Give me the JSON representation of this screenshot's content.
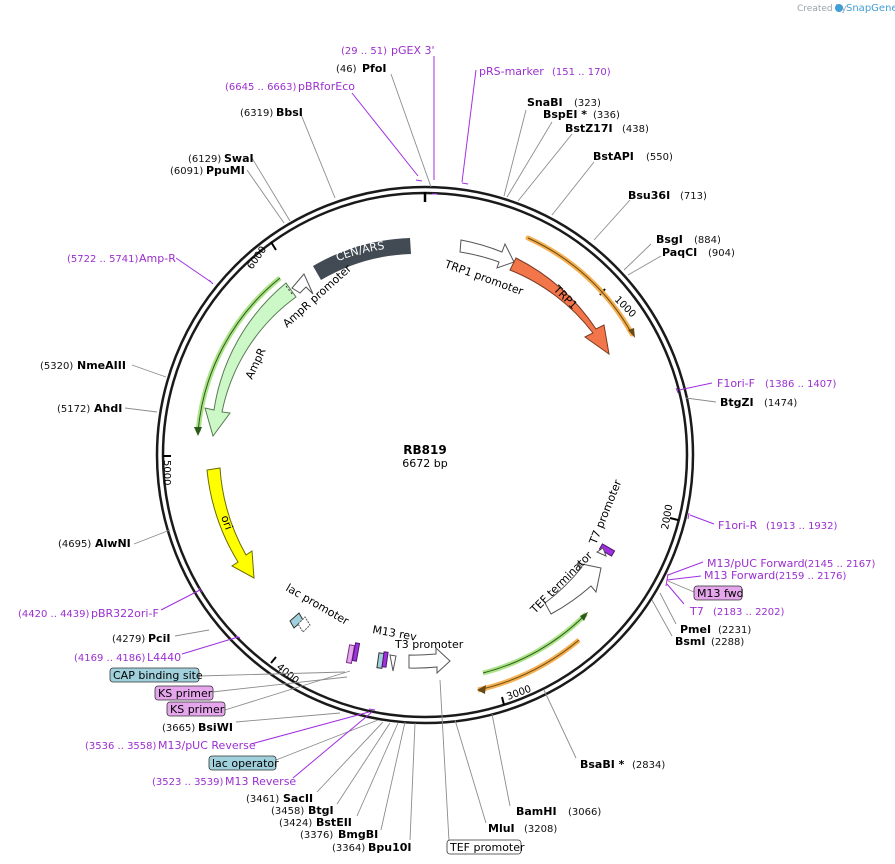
{
  "credit": {
    "prefix": "Created by",
    "brand": "SnapGene"
  },
  "plasmid": {
    "name": "RB819",
    "size": "6672 bp"
  },
  "ticks": [
    "1000",
    "2000",
    "3000",
    "4000",
    "5000",
    "6000"
  ],
  "features": {
    "cen_ars": "CEN/ARS",
    "trp1": "TRP1",
    "trp1_promoter": "TRP1 promoter",
    "ampr": "AmpR",
    "ampr_promoter": "AmpR promoter",
    "ori": "ori",
    "lac_promoter": "lac promoter",
    "m13_rev": "M13 rev",
    "t3_promoter": "T3 promoter",
    "t7_promoter": "T7 promoter",
    "tef_terminator": "TEF terminator"
  },
  "enzymes": [
    {
      "name": "PfoI",
      "pos": "(46)"
    },
    {
      "name": "SnaBI",
      "pos": "(323)"
    },
    {
      "name": "BspEI *",
      "pos": "(336)"
    },
    {
      "name": "BstZ17I",
      "pos": "(438)"
    },
    {
      "name": "BstAPI",
      "pos": "(550)"
    },
    {
      "name": "Bsu36I",
      "pos": "(713)"
    },
    {
      "name": "BsgI",
      "pos": "(884)"
    },
    {
      "name": "PaqCI",
      "pos": "(904)"
    },
    {
      "name": "BtgZI",
      "pos": "(1474)"
    },
    {
      "name": "PmeI",
      "pos": "(2231)"
    },
    {
      "name": "BsmI",
      "pos": "(2288)"
    },
    {
      "name": "BsaBI *",
      "pos": "(2834)"
    },
    {
      "name": "BamHI",
      "pos": "(3066)"
    },
    {
      "name": "MluI",
      "pos": "(3208)"
    },
    {
      "name": "Bpu10I",
      "pos": "(3364)"
    },
    {
      "name": "BmgBI",
      "pos": "(3376)"
    },
    {
      "name": "BstEII",
      "pos": "(3424)"
    },
    {
      "name": "BtgI",
      "pos": "(3458)"
    },
    {
      "name": "SacII",
      "pos": "(3461)"
    },
    {
      "name": "BsiWI",
      "pos": "(3665)"
    },
    {
      "name": "PciI",
      "pos": "(4279)"
    },
    {
      "name": "AlwNI",
      "pos": "(4695)"
    },
    {
      "name": "AhdI",
      "pos": "(5172)"
    },
    {
      "name": "NmeAIII",
      "pos": "(5320)"
    },
    {
      "name": "PpuMI",
      "pos": "(6091)"
    },
    {
      "name": "SwaI",
      "pos": "(6129)"
    },
    {
      "name": "BbsI",
      "pos": "(6319)"
    }
  ],
  "primers": [
    {
      "name": "pGEX 3'",
      "range": "(29 .. 51)"
    },
    {
      "name": "pRS-marker",
      "range": "(151 .. 170)"
    },
    {
      "name": "pBRforEco",
      "range": "(6645 .. 6663)"
    },
    {
      "name": "Amp-R",
      "range": "(5722 .. 5741)"
    },
    {
      "name": "F1ori-F",
      "range": "(1386 .. 1407)"
    },
    {
      "name": "F1ori-R",
      "range": "(1913 .. 1932)"
    },
    {
      "name": "M13/pUC Forward",
      "range": "(2145 .. 2167)"
    },
    {
      "name": "M13 Forward",
      "range": "(2159 .. 2176)"
    },
    {
      "name": "T7",
      "range": "(2183 .. 2202)"
    },
    {
      "name": "pBR322ori-F",
      "range": "(4420 .. 4439)"
    },
    {
      "name": "L4440",
      "range": "(4169 .. 4186)"
    },
    {
      "name": "M13/pUC Reverse",
      "range": "(3536 .. 3558)"
    },
    {
      "name": "M13 Reverse",
      "range": "(3523 .. 3539)"
    }
  ],
  "boxed": {
    "m13_fwd": "M13 fwd",
    "cap_binding_site": "CAP binding site",
    "ks_primer_1": "KS primer",
    "ks_primer_2": "KS primer",
    "lac_operator": "lac operator",
    "tef_promoter": "TEF promoter"
  },
  "colors": {
    "backbone": "#1a1a1a",
    "cen_ars": "#424a53",
    "trp1": "#f2764a",
    "ampr": "#ccf7c6",
    "ori": "#ffff00",
    "primer": "#a12fe0",
    "orange_strand": "#f3a63d",
    "green_strand": "#3fa82d",
    "boxed_primer": "#e6a6ec",
    "boxed_feature": "#9fd0dc"
  }
}
